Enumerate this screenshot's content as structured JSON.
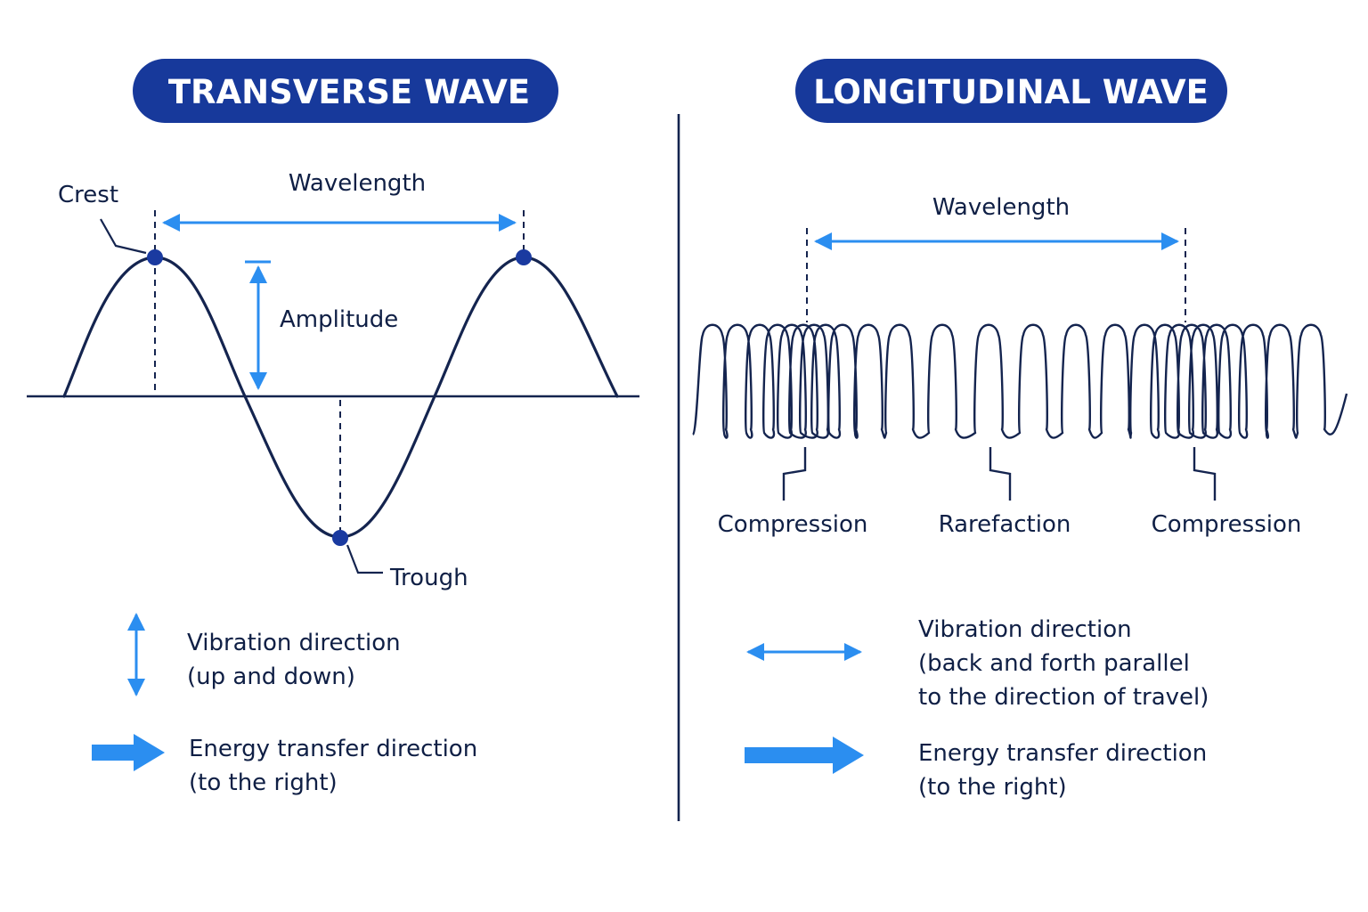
{
  "colors": {
    "pill": "#17399b",
    "wave": "#14244f",
    "accent_blue": "#2b8ef0",
    "point": "#1a3aa0",
    "text": "#0f1f45"
  },
  "transverse": {
    "title": "TRANSVERSE WAVE",
    "wavelength_label": "Wavelength",
    "crest_label": "Crest",
    "amplitude_label": "Amplitude",
    "trough_label": "Trough",
    "legend": {
      "vibration_line1": "Vibration direction",
      "vibration_line2": "(up and down)",
      "energy_line1": "Energy transfer direction",
      "energy_line2": "(to the right)"
    }
  },
  "longitudinal": {
    "title": "LONGITUDINAL WAVE",
    "wavelength_label": "Wavelength",
    "regions": [
      "Compression",
      "Rarefaction",
      "Compression"
    ],
    "legend": {
      "vibration_line1": "Vibration direction",
      "vibration_line2": "(back and forth parallel",
      "vibration_line3": "to the direction of travel)",
      "energy_line1": "Energy transfer direction",
      "energy_line2": "(to the right)"
    }
  }
}
